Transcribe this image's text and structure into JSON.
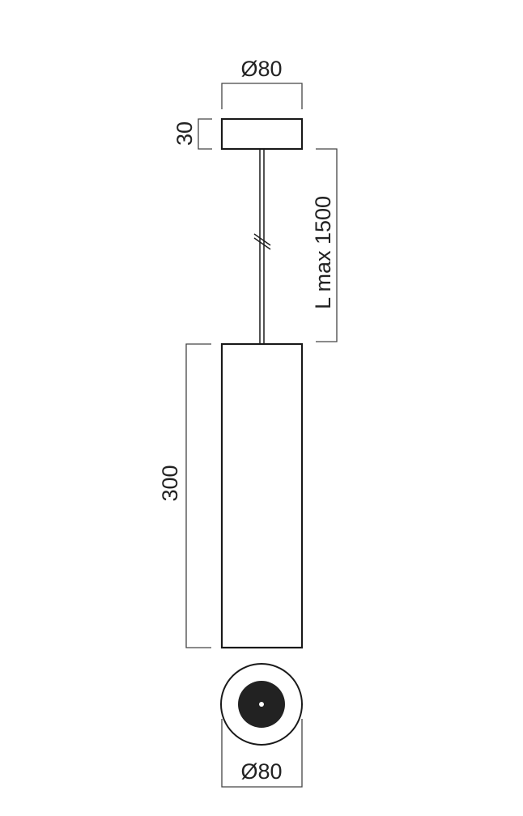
{
  "title": "Pendant lamp dimension drawing",
  "dimensions": {
    "canopy_diameter": "Ø80",
    "canopy_height": "30",
    "cable_length": "L max 1500",
    "body_height": "300",
    "body_diameter": "Ø80"
  },
  "colors": {
    "line": "#1a1a1a",
    "dimension": "#444444",
    "diffuser": "#222222"
  }
}
